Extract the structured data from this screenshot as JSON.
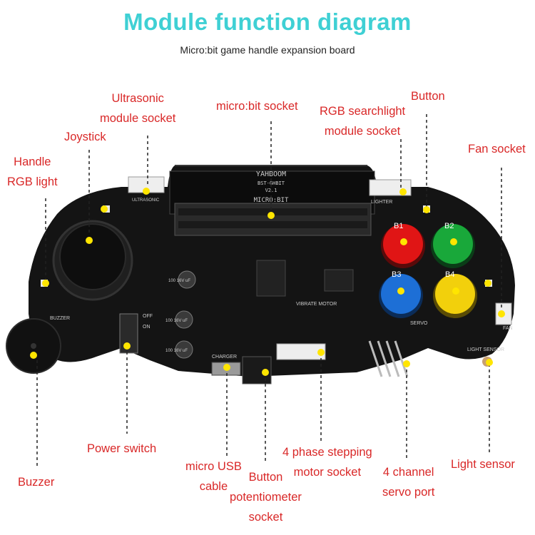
{
  "title": "Module function diagram",
  "subtitle": "Micro:bit game handle expansion board",
  "labels": {
    "ultrasonic": [
      "Ultrasonic",
      "module socket"
    ],
    "joystick": "Joystick",
    "handle_rgb": [
      "Handle",
      "RGB light"
    ],
    "microbit_socket": "micro:bit socket",
    "rgb_searchlight": [
      "RGB searchlight",
      "module socket"
    ],
    "button_top": "Button",
    "fan_socket": "Fan socket",
    "power_switch": "Power switch",
    "micro_usb": [
      "micro USB",
      "cable"
    ],
    "button_pot": [
      "Button",
      "potentiometer",
      "socket"
    ],
    "stepping_motor": [
      "4 phase stepping",
      "motor socket"
    ],
    "servo_port": [
      "4 channel",
      "servo port"
    ],
    "light_sensor": "Light sensor",
    "buzzer": "Buzzer"
  },
  "board": {
    "logo": "YAHBOOM",
    "model": "BST-GHBIT",
    "version": "V2.1",
    "slot_text": "MICRO:BIT",
    "buttons": [
      "B1",
      "B2",
      "B3",
      "B4"
    ],
    "silk": {
      "vibrate_motor": "VIBRATE MOTOR",
      "servo": "SERVO",
      "light_sensor": "LIGHT SENSOR",
      "fan": "FAN",
      "buzzer": "BUZZER",
      "charger": "CHARGER",
      "on": "ON",
      "off": "OFF",
      "lighter": "LIGHTER",
      "ultrasonic": "ULTRASONIC",
      "cap1": "100 16V uF",
      "cap2": "100 16V uF",
      "cap3": "100 16V uF"
    }
  },
  "colors": {
    "title": "#3fd0d4",
    "label": "#d92828",
    "dot": "#ffe500",
    "board": "#141414",
    "b1": "#e01515",
    "b2": "#19a83a",
    "b3": "#1d6fd6",
    "b4": "#f2d00c"
  }
}
